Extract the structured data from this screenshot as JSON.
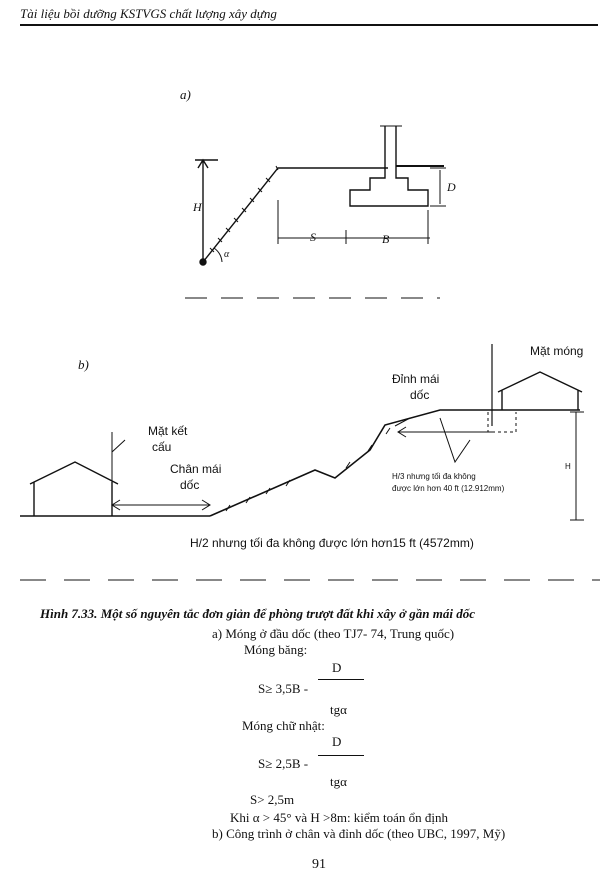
{
  "header": {
    "title": "Tài liệu bồi dưỡng KSTVGS  chất lượng xây dựng"
  },
  "figure_a": {
    "label": "a)",
    "H": "H",
    "D": "D",
    "S": "S",
    "B": "B",
    "alpha": "α"
  },
  "figure_b": {
    "label": "b)",
    "mat_mong": "Mặt móng",
    "dinh_mai_doc_1": "Đỉnh mái",
    "dinh_mai_doc_2": "dốc",
    "mat_ket_cau_1": "Mặt kết",
    "mat_ket_cau_2": "cấu",
    "chan_mai_doc_1": "Chân mái",
    "chan_mai_doc_2": "dốc",
    "h3_note_1": "H/3 nhưng tối đa không",
    "h3_note_2": "được lớn hơn 40 ft (12.912mm)",
    "h2_note": "H/2 nhưng tối đa không được lớn hơn15 ft (4572mm)",
    "H": "H"
  },
  "caption": {
    "number": "Hình 7.33.",
    "text": " Một số nguyên tắc đơn giản để phòng trượt đất khi xây ở gần mái dốc"
  },
  "body": {
    "line_a": "a) Móng ở đầu dốc (theo TJ7- 74, Trung quốc)",
    "mong_bang": "Móng băng:",
    "f1_left": "S≥ 3,5B -",
    "f1_num": "D",
    "f1_den": "tgα",
    "mong_chu_nhat": "Móng chữ nhật:",
    "f2_left": "S≥ 2,5B -",
    "f2_num": "D",
    "f2_den": "tgα",
    "s_min": "S> 2,5m",
    "check": "Khi α > 45° và H >8m: kiểm toán ổn định",
    "line_b": "b) Công trình ở chân và đỉnh dốc (theo UBC, 1997, Mỹ)"
  },
  "page_number": "91"
}
